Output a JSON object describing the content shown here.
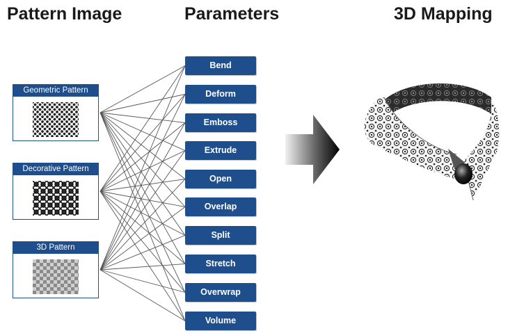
{
  "headings": {
    "pattern_image": "Pattern Image",
    "parameters": "Parameters",
    "mapping": "3D Mapping"
  },
  "patterns": [
    {
      "label": "Geometric Pattern",
      "swatch": "geometric-dots"
    },
    {
      "label": "Decorative Pattern",
      "swatch": "decorative-ornament"
    },
    {
      "label": "3D Pattern",
      "swatch": "3d-relief"
    }
  ],
  "parameters": [
    "Bend",
    "Deform",
    "Emboss",
    "Extrude",
    "Open",
    "Overlap",
    "Split",
    "Stretch",
    "Overwrap",
    "Volume"
  ],
  "colors": {
    "box_blue": "#1f4e8c",
    "heading_text": "#1a1a1a",
    "line": "#555555"
  },
  "icons": [
    "gradient-arrow-icon",
    "collar-3d-image"
  ]
}
